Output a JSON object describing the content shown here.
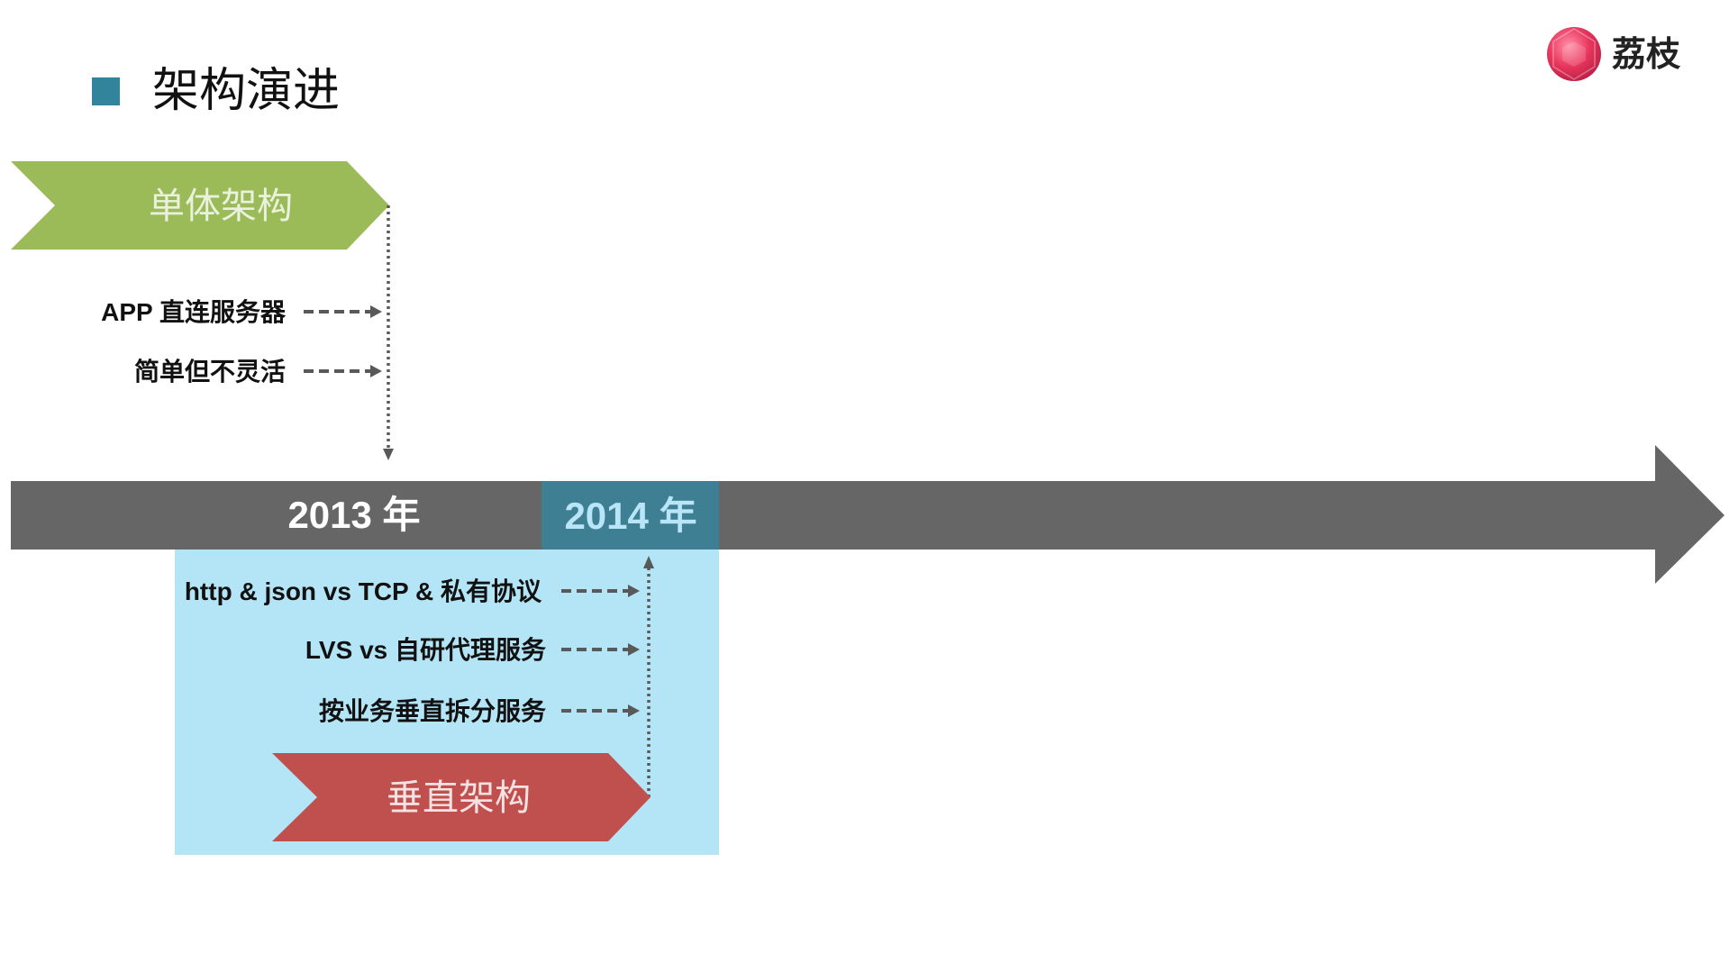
{
  "slide": {
    "title": "架构演进",
    "title_marker_color": "#31849b"
  },
  "logo": {
    "text": "荔枝",
    "icon": "lychee-logo-icon",
    "color": "#e8365d"
  },
  "timeline": {
    "bar_color": "#666666",
    "years": [
      {
        "label": "2013 年",
        "color": "#ffffff"
      },
      {
        "label": "2014 年",
        "color": "#b8e6f8",
        "highlight_color": "#3f7f94"
      }
    ],
    "highlight_panel_color": "#b4e5f7"
  },
  "stages": {
    "monolith": {
      "label": "单体架构",
      "color": "#9bbb59",
      "text_color": "#eaf1dd",
      "notes": [
        "APP 直连服务器",
        "简单但不灵活"
      ]
    },
    "vertical": {
      "label": "垂直架构",
      "color": "#c0504d",
      "text_color": "#f6e2e2",
      "notes": [
        "http & json vs TCP & 私有协议",
        "LVS vs 自研代理服务",
        "按业务垂直拆分服务"
      ]
    }
  }
}
